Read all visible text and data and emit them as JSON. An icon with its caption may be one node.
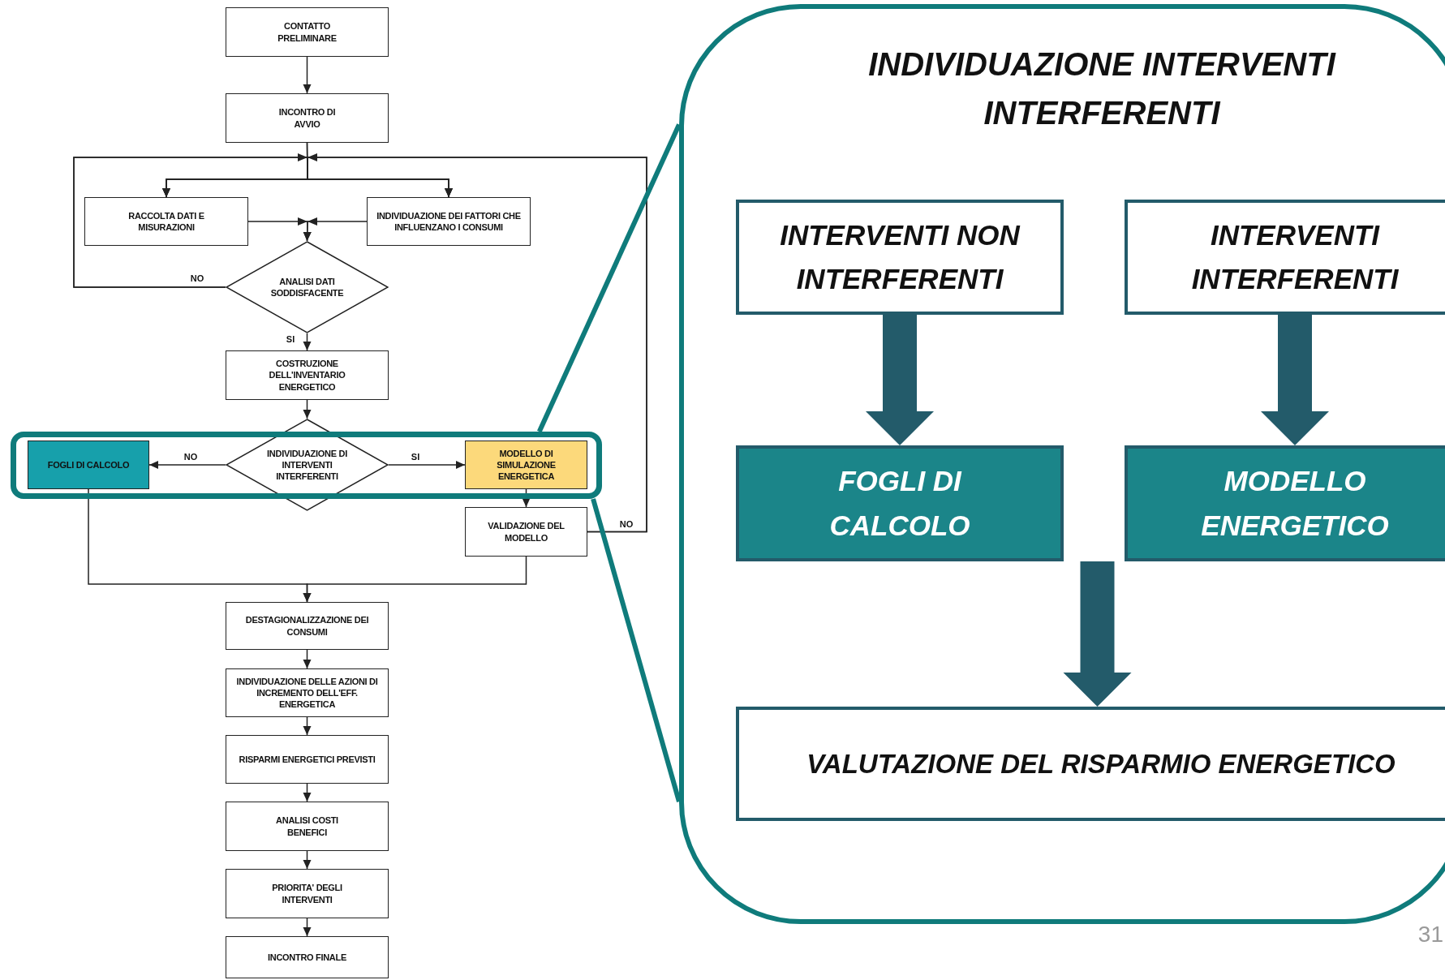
{
  "diagram": {
    "nodes": [
      {
        "text": [
          "CONTATTO PRELIMINARE"
        ]
      },
      {
        "text": [
          "INCONTRO DI AVVIO"
        ]
      },
      {
        "text": [
          "RACCOLTA DATI E MISURAZIONI"
        ]
      },
      {
        "text": [
          "INDIVIDUAZIONE DEI FATTORI CHE INFLUENZANO I CONSUMI"
        ]
      },
      {
        "text": [
          "ANALISI DATI SODDISFACENTE"
        ]
      },
      {
        "text": [
          "COSTRUZIONE DELL'INVENTARIO ENERGETICO"
        ]
      },
      {
        "text": [],
        "shape": "box"
      },
      {
        "text": [
          "FOGLI DI CALCOLO"
        ],
        "in": 6
      },
      {
        "text": [
          "INDIVIDUAZIONE DI INTERVENTI INTERFERENTI"
        ]
      },
      {
        "text": [
          "MODELLO DI SIMULAZIONE ENERGETICA"
        ],
        "in": 6
      },
      {
        "text": [
          "VALIDAZIONE DEL MODELLO"
        ]
      },
      {
        "text": [
          "DESTAGIONALIZZAZIONE DEI CONSUMI"
        ]
      },
      {
        "text": [
          "INDIVIDUAZIONE DELLE AZIONI DI INCREMENTO DELL'EFF. ENERGETICA"
        ]
      },
      {
        "text": [
          "RISPARMI ENERGETICI PREVISTI"
        ]
      },
      {
        "text": [
          "ANALISI COSTI BENEFICI"
        ]
      },
      {
        "text": [
          "PRIORITA' DEGLI INTERVENTI"
        ]
      },
      {
        "text": [
          "INCONTRO FINALE"
        ]
      },
      {
        "text": [
          "INDIVIDUAZIONE INTERVENTI INTERFERENTI"
        ]
      },
      {
        "text": [
          "INTERVENTI NON INTERFERENTI"
        ],
        "in": 17
      },
      {
        "text": [
          "INTERVENTI INTERFERENTI"
        ],
        "in": 17
      },
      {
        "text": [
          "FOGLI DI CALCOLO"
        ],
        "in": 17
      },
      {
        "text": [
          "MODELLO ENERGETICO"
        ],
        "in": 17
      },
      {
        "text": [
          "VALUTAZIONE DEL RISPARMIO ENERGETICO"
        ],
        "in": 17
      }
    ],
    "edges": [
      {
        "from": 0,
        "to": 1,
        "arrow": "to"
      },
      {
        "from": 1,
        "to": 2,
        "arrow": "to"
      },
      {
        "from": 1,
        "to": 3,
        "arrow": "to"
      },
      {
        "from": 4,
        "to": 2,
        "arrow": "to",
        "label": "NO"
      },
      {
        "from": 4,
        "to": 3,
        "arrow": "to"
      },
      {
        "from": 10,
        "to": 2,
        "arrow": "to",
        "label": "NO"
      },
      {
        "from": 10,
        "to": 3,
        "arrow": "to"
      },
      {
        "from": 2,
        "to": 4,
        "arrow": "to"
      },
      {
        "from": 3,
        "to": 4,
        "arrow": "to"
      },
      {
        "from": 4,
        "to": 5,
        "arrow": "to",
        "label": "SI"
      },
      {
        "from": 5,
        "to": 8,
        "arrow": "to"
      },
      {
        "from": 8,
        "to": 7,
        "arrow": "to",
        "label": "NO"
      },
      {
        "from": 8,
        "to": 9,
        "arrow": "to",
        "label": "SI"
      },
      {
        "from": 9,
        "to": 10,
        "arrow": "to"
      },
      {
        "from": 7,
        "to": 11,
        "arrow": "to"
      },
      {
        "from": 10,
        "to": 11,
        "arrow": "to"
      },
      {
        "from": 11,
        "to": 12,
        "arrow": "to"
      },
      {
        "from": 12,
        "to": 13,
        "arrow": "to"
      },
      {
        "from": 13,
        "to": 14,
        "arrow": "to"
      },
      {
        "from": 14,
        "to": 15,
        "arrow": "to"
      },
      {
        "from": 15,
        "to": 16,
        "arrow": "to"
      },
      {
        "from": 6,
        "to": 17,
        "arrow": "none",
        "style": "thick",
        "color": "#0f7b7b"
      },
      {
        "from": 6,
        "to": 17,
        "arrow": "none",
        "style": "thick",
        "color": "#0f7b7b"
      },
      {
        "from": 18,
        "to": 20,
        "arrow": "to",
        "style": "thick",
        "color": "#235b6a"
      },
      {
        "from": 19,
        "to": 21,
        "arrow": "to",
        "style": "thick",
        "color": "#235b6a"
      },
      {
        "from": 20,
        "to": 22,
        "arrow": "to",
        "style": "thick",
        "color": "#235b6a"
      },
      {
        "from": 21,
        "to": 22,
        "arrow": "to",
        "style": "thick",
        "color": "#235b6a"
      }
    ],
    "labels": [
      "31"
    ]
  }
}
